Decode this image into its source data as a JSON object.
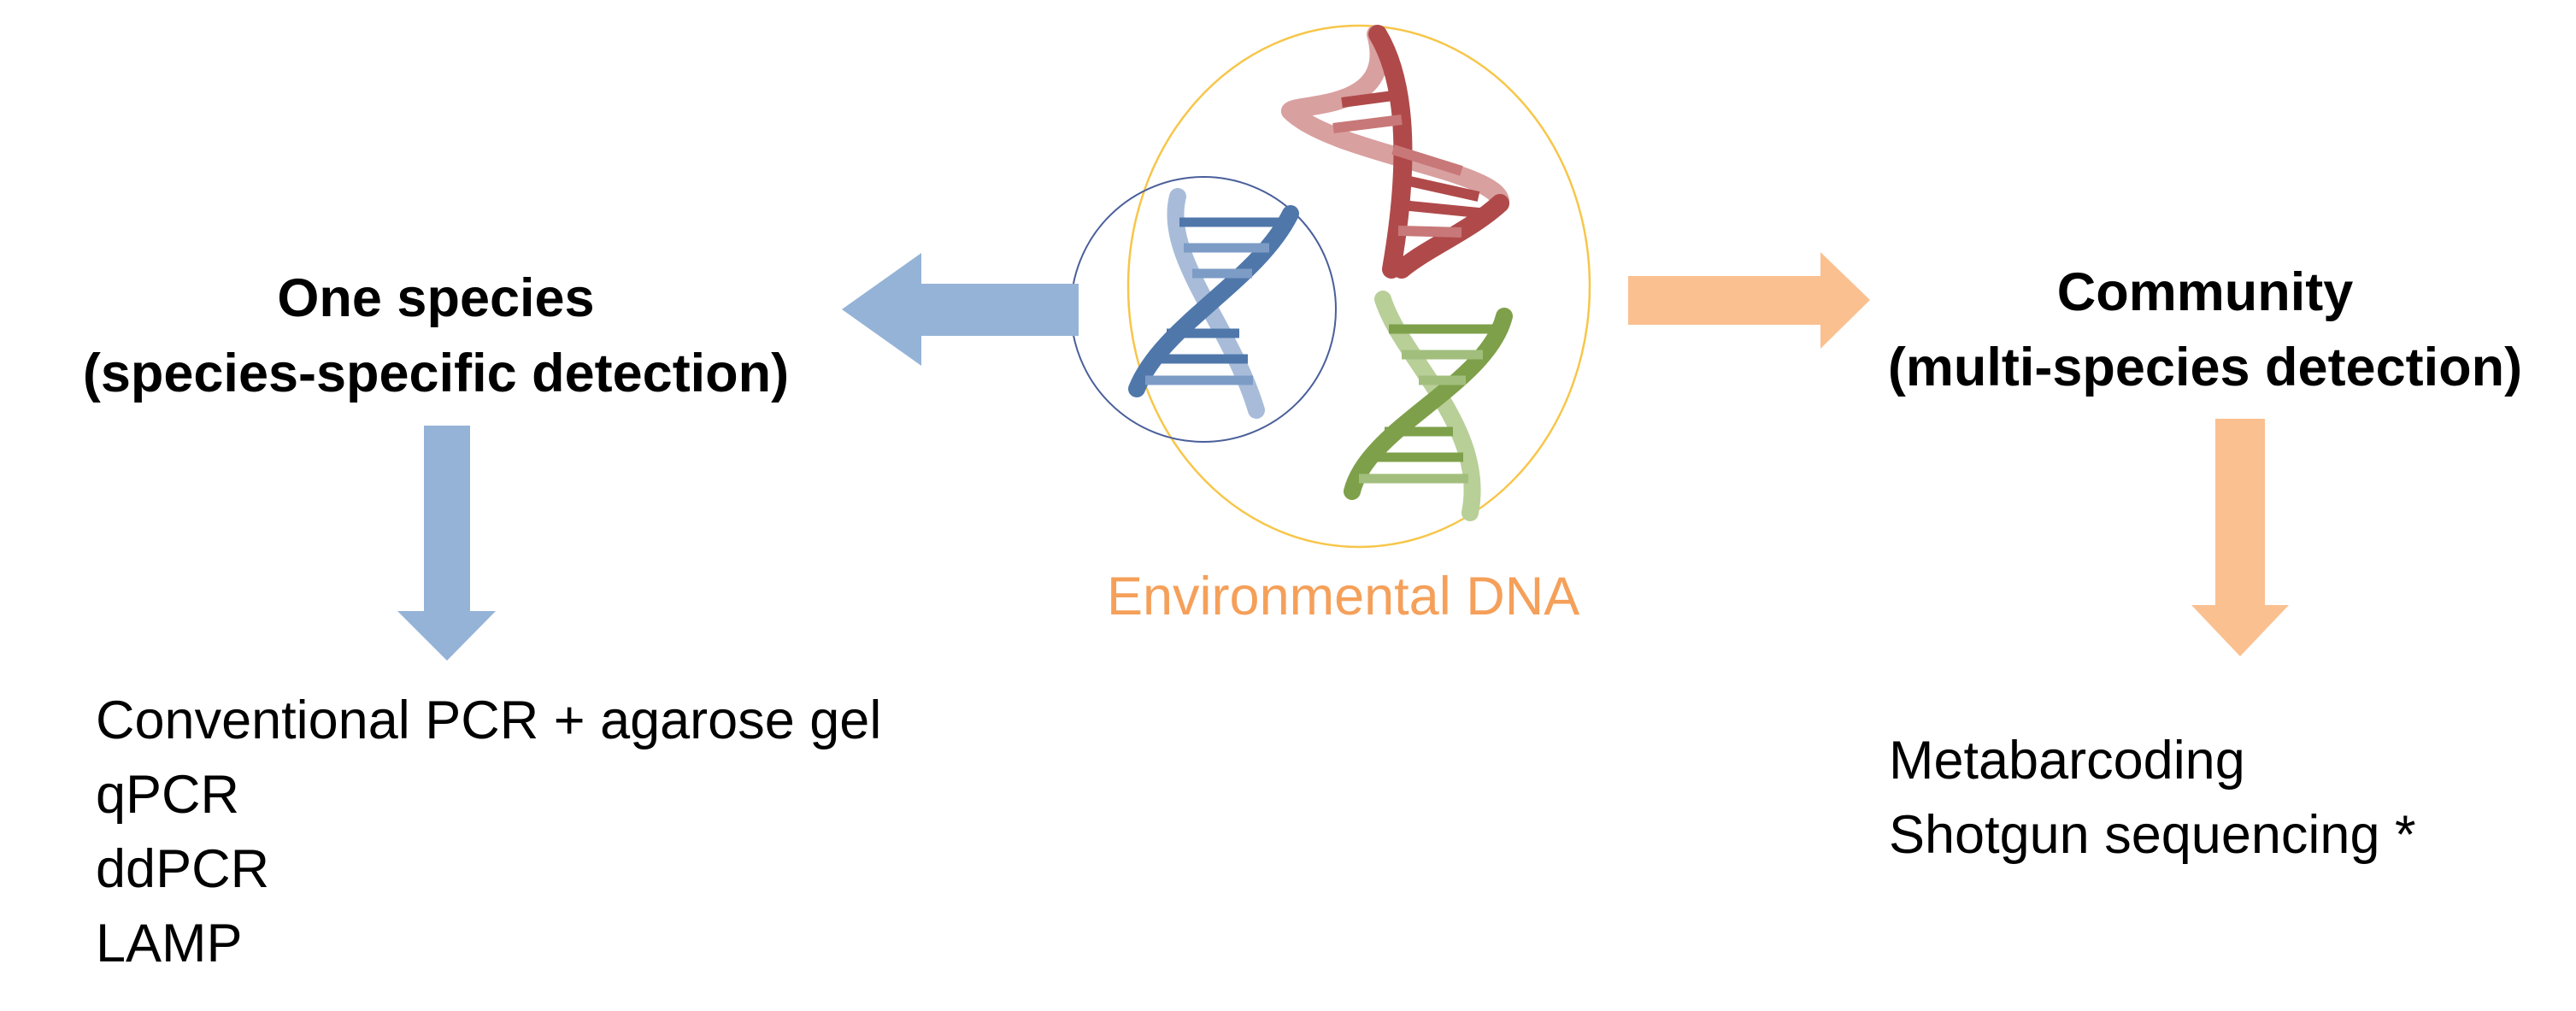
{
  "center": {
    "label": "Environmental DNA",
    "label_color": "#F5A05A",
    "outer_circle_color": "#F7C64A",
    "inner_circle_color": "#4A5F9A"
  },
  "left_branch": {
    "title_line1": "One species",
    "title_line2": "(species-specific detection)",
    "arrow_color": "#95B3D7",
    "methods": [
      "Conventional PCR + agarose gel",
      "qPCR",
      "ddPCR",
      "LAMP"
    ]
  },
  "right_branch": {
    "title_line1": "Community",
    "title_line2": "(multi-species detection)",
    "arrow_color": "#FAC090",
    "methods": [
      "Metabarcoding",
      "Shotgun sequencing *"
    ]
  },
  "dna_icons": [
    {
      "name": "red-dna-helix-icon",
      "color": "#B04A4A"
    },
    {
      "name": "blue-dna-helix-icon",
      "color": "#4F77AA"
    },
    {
      "name": "green-dna-helix-icon",
      "color": "#7EA04A"
    }
  ]
}
